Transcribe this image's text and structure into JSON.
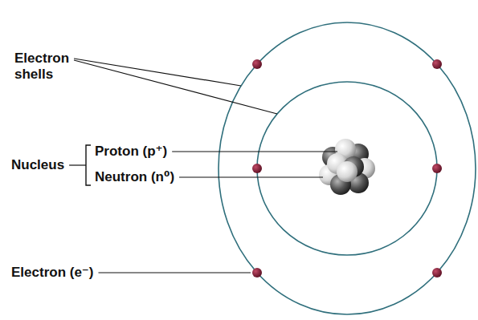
{
  "diagram": {
    "labels": [
      "Electron shells",
      "Nucleus",
      "Proton (p⁺)",
      "Neutron (n⁰)",
      "Electron (e⁻)"
    ]
  }
}
